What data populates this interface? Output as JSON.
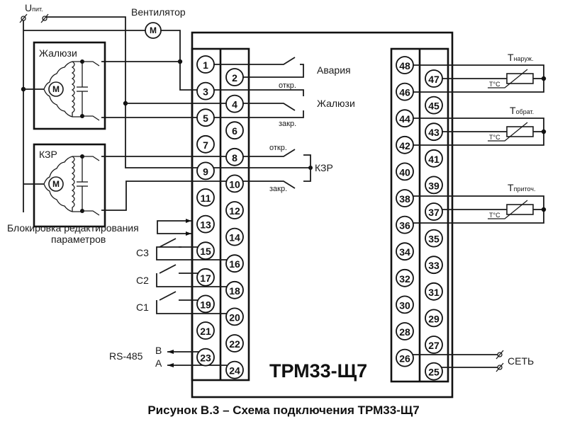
{
  "diagram": {
    "title": "ТРМ33-Щ7",
    "caption": "Рисунок В.3 – Схема подключения ТРМ33-Щ7",
    "colors": {
      "line": "#1a1a1a",
      "background": "#ffffff"
    },
    "power_supply": {
      "label_main": "U",
      "label_sub": "пит."
    },
    "fan": {
      "label": "Вентилятор",
      "motor_symbol": "M"
    },
    "blinds_actuator": {
      "label": "Жалюзи",
      "motor_symbol": "M"
    },
    "valve_actuator": {
      "label": "КЗР",
      "motor_symbol": "M"
    },
    "outputs": {
      "alarm": {
        "label": "Авария"
      },
      "blinds": {
        "label": "Жалюзи",
        "open": "откр.",
        "close": "закр."
      },
      "valve": {
        "label": "КЗР",
        "open": "откр.",
        "close": "закр."
      }
    },
    "inputs": {
      "lock_line1": "Блокировка редактирования",
      "lock_line2": "параметров",
      "c3": "С3",
      "c2": "С2",
      "c1": "С1"
    },
    "rs485": {
      "label": "RS-485",
      "b": "B",
      "a": "A"
    },
    "sensors": [
      {
        "main": "T",
        "sub": "наруж.",
        "unit": "T°C"
      },
      {
        "main": "T",
        "sub": "обрат.",
        "unit": "T°C"
      },
      {
        "main": "T",
        "sub": "приточ.",
        "unit": "T°C"
      }
    ],
    "mains": {
      "label": "СЕТЬ"
    },
    "terminals": {
      "left_outer": [
        "1",
        "3",
        "5",
        "7",
        "9",
        "11",
        "13",
        "15",
        "17",
        "19",
        "21",
        "23"
      ],
      "left_inner": [
        "2",
        "4",
        "6",
        "8",
        "10",
        "12",
        "14",
        "16",
        "18",
        "20",
        "22",
        "24"
      ],
      "right_outer": [
        "48",
        "46",
        "44",
        "42",
        "40",
        "38",
        "36",
        "34",
        "32",
        "30",
        "28",
        "26"
      ],
      "right_inner": [
        "47",
        "45",
        "43",
        "41",
        "39",
        "37",
        "35",
        "33",
        "31",
        "29",
        "27",
        "25"
      ]
    }
  }
}
